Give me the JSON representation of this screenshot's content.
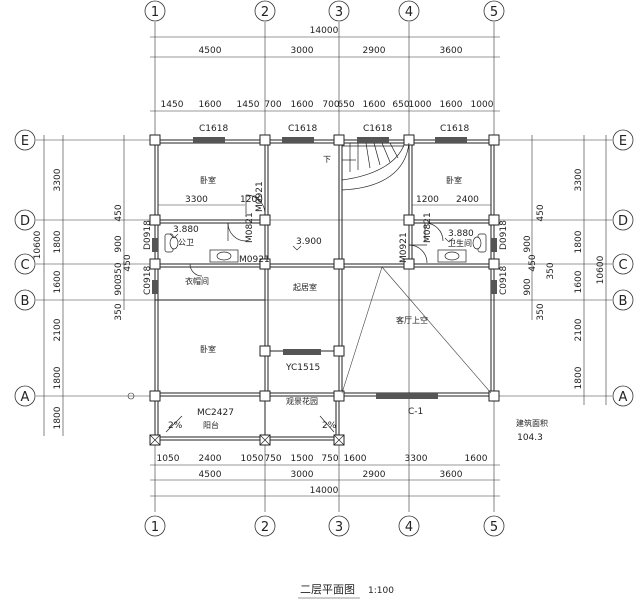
{
  "grid_labels": {
    "columns": [
      "1",
      "2",
      "3",
      "4",
      "5"
    ],
    "rows": [
      "E",
      "D",
      "C",
      "B",
      "A"
    ]
  },
  "dimensions": {
    "top_total": "14000",
    "top_bays": [
      "4500",
      "3000",
      "2900",
      "3600"
    ],
    "top_openings": [
      "1450",
      "1600",
      "1450",
      "700",
      "1600",
      "700",
      "650",
      "1600",
      "650",
      "1000",
      "1600",
      "1000"
    ],
    "bottom_openings": [
      "1050",
      "2400",
      "1050",
      "750",
      "1500",
      "750",
      "1600",
      "3300",
      "1600"
    ],
    "bottom_bays": [
      "4500",
      "3000",
      "2900",
      "3600"
    ],
    "bottom_total": "14000",
    "left_outer": [
      "3300",
      "1800",
      "1600",
      "2100",
      "1800",
      "1800"
    ],
    "left_total": "10600",
    "left_inner": [
      "450",
      "900",
      "350",
      "450",
      "900",
      "350"
    ],
    "right_outer": [
      "3300",
      "1800",
      "1600",
      "2100",
      "1800"
    ],
    "right_total": "10600",
    "right_inner": [
      "450",
      "900",
      "350",
      "450",
      "900",
      "350"
    ]
  },
  "windows": {
    "c1618": "C1618",
    "yc1515": "YC1515",
    "mc2427": "MC2427",
    "c1": "C-1"
  },
  "doors": {
    "m0921": "M0921",
    "m0821": "M0821",
    "d0918": "D0918",
    "c0918": "C0918"
  },
  "levels": {
    "bath": "3.880",
    "hall": "3.900"
  },
  "rooms": {
    "bedroom": "卧室",
    "bath": "卫生间",
    "public_bath": "公卫",
    "storage": "衣帽间",
    "living": "起居室",
    "void": "客厅上空",
    "balcony": "阳台",
    "drying": "观景花园"
  },
  "inner_dims": {
    "left_bedroom_width": "3300",
    "left_door": "1200",
    "right_a": "1200",
    "right_b": "2400"
  },
  "slope": "2%",
  "stair_mark": "下",
  "area_label": "建筑面积",
  "area_value": "104.3",
  "caption": {
    "title": "二层平面图",
    "scale": "1:100"
  }
}
